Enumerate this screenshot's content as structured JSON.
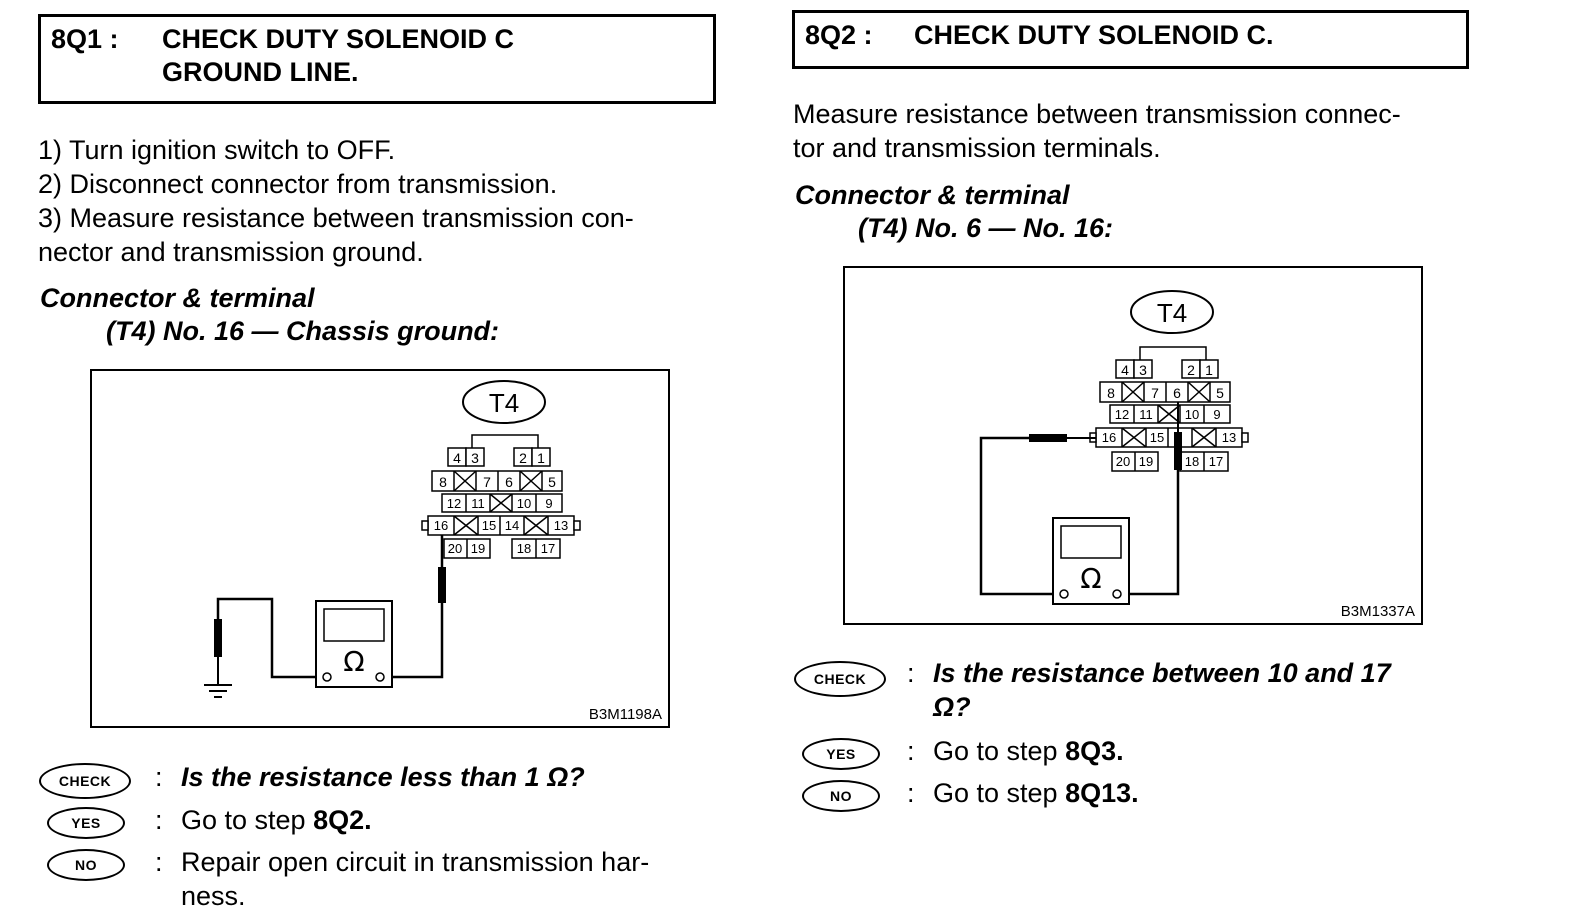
{
  "left": {
    "step_id": "8Q1 :",
    "title_line1": "CHECK DUTY SOLENOID C",
    "title_line2": "GROUND LINE.",
    "steps": [
      "1)  Turn ignition switch to OFF.",
      "2)  Disconnect connector from transmission.",
      "3)  Measure resistance between transmission con-",
      "nector and transmission ground."
    ],
    "ct_heading": "Connector & terminal",
    "ct_spec": "(T4) No. 16 — Chassis ground:",
    "connector_label": "T4",
    "meter_symbol": "Ω",
    "figure_code": "B3M1198A",
    "check_badge": "CHECK",
    "yes_badge": "YES",
    "no_badge": "NO",
    "colon": ":",
    "check_question": "Is the resistance less than 1 Ω?",
    "yes_prefix": "Go to step ",
    "yes_target": "8Q2.",
    "no_line1": "Repair open circuit in transmission har-",
    "no_line2": "ness."
  },
  "right": {
    "step_id": "8Q2 :",
    "title_line1": "CHECK DUTY SOLENOID C.",
    "para_line1": "Measure resistance between transmission connec-",
    "para_line2": "tor and transmission terminals.",
    "ct_heading": "Connector & terminal",
    "ct_spec": "(T4) No. 6 — No. 16:",
    "connector_label": "T4",
    "meter_symbol": "Ω",
    "figure_code": "B3M1337A",
    "check_badge": "CHECK",
    "yes_badge": "YES",
    "no_badge": "NO",
    "colon": ":",
    "check_question_line1": "Is the resistance between 10 and 17",
    "check_question_line2": "Ω?",
    "yes_prefix": "Go to step ",
    "yes_target": "8Q3.",
    "no_prefix": "Go to step ",
    "no_target": "8Q13."
  },
  "connector_pins": {
    "row1": [
      "4",
      "3",
      "2",
      "1"
    ],
    "row2": [
      "8",
      "7",
      "6",
      "5"
    ],
    "row3": [
      "12",
      "11",
      "10",
      "9"
    ],
    "row4": [
      "16",
      "15",
      "14",
      "13"
    ],
    "row5": [
      "20",
      "19",
      "18",
      "17"
    ]
  }
}
